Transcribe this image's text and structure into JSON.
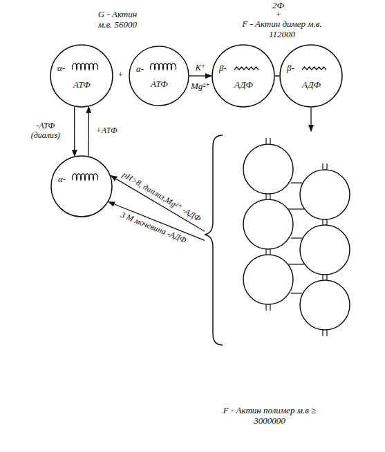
{
  "diagram": {
    "nodes": [
      {
        "text": [
          "α-",
          "АТФ"
        ]
      },
      {
        "text": [
          "α-",
          "АТФ"
        ]
      },
      {
        "text": [
          "β-",
          "АДФ"
        ]
      },
      {
        "text": [
          "β-",
          "АДФ"
        ]
      },
      {
        "text": [
          "α-"
        ]
      },
      {
        "text": [
          "F - Актин полимер м.в ≥ 3000000"
        ]
      }
    ],
    "edges": [
      {
        "from": 1,
        "to": 2,
        "arrow": "to",
        "label": "K⁺"
      },
      {
        "from": 3,
        "to": 5,
        "arrow": "to"
      },
      {
        "from": 0,
        "to": 4,
        "arrow": "to",
        "label": "-АТФ (диализ)"
      },
      {
        "from": 4,
        "to": 0,
        "arrow": "to",
        "label": "+АТФ"
      },
      {
        "from": 5,
        "to": 4,
        "arrow": "to",
        "label": "pH>8, диализ,Mg²⁺ -АДФ"
      },
      {
        "from": 5,
        "to": 4,
        "arrow": "to",
        "label": "3 М мочевина -АДФ"
      }
    ],
    "labels": [
      "G - Актин м.в. 56000",
      "+",
      "Mg²⁺",
      "2Ф",
      "+",
      "F - Актин димер м.в. 112000"
    ]
  }
}
